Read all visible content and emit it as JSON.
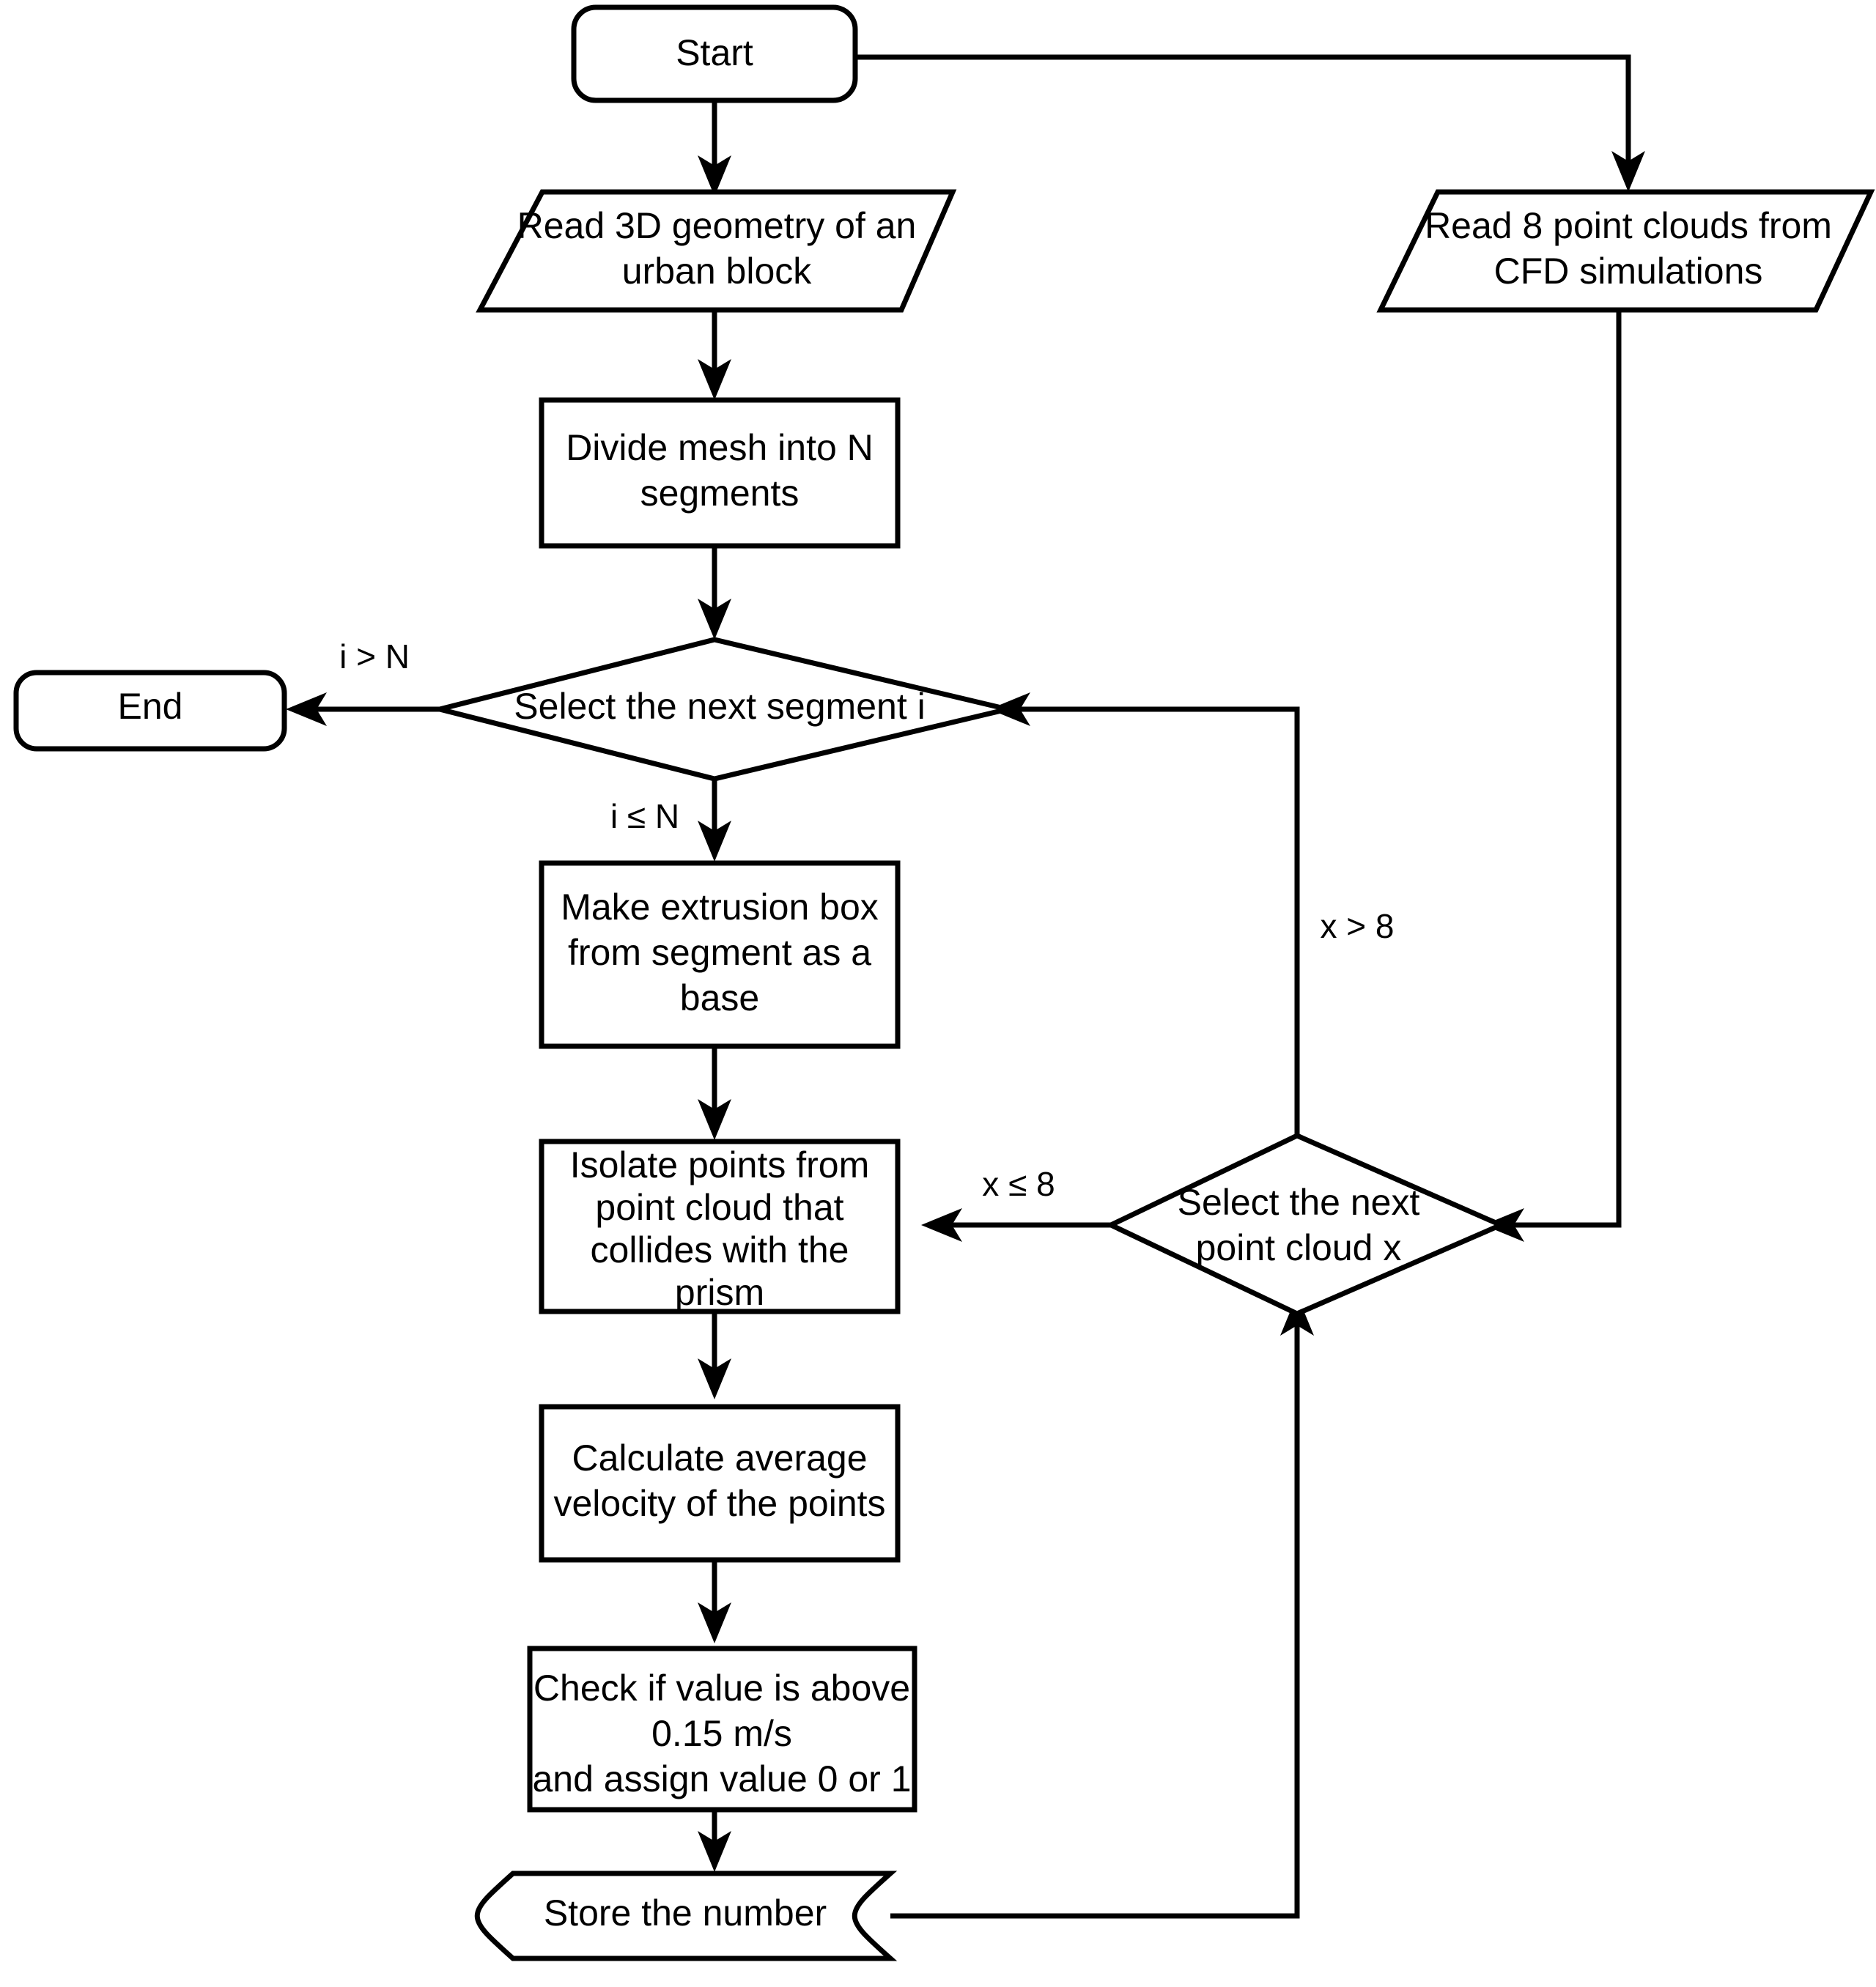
{
  "diagram": {
    "title": "CFD point cloud segment analysis flowchart",
    "stroke_color": "#000000",
    "fill_color": "#ffffff",
    "nodes": {
      "start": {
        "label": "Start",
        "shape": "terminator"
      },
      "read_geometry": {
        "label_line1": "Read 3D geometry of an",
        "label_line2": "urban block",
        "shape": "input-parallelogram"
      },
      "read_point_clouds": {
        "label_line1": "Read 8 point clouds from",
        "label_line2": "CFD simulations",
        "shape": "input-parallelogram"
      },
      "divide_mesh": {
        "label_line1": "Divide mesh into N",
        "label_line2": "segments",
        "shape": "process"
      },
      "select_segment": {
        "label": "Select the next segment i",
        "shape": "decision"
      },
      "end": {
        "label": "End",
        "shape": "terminator"
      },
      "make_extrusion": {
        "label_line1": "Make extrusion box",
        "label_line2": "from segment as a",
        "label_line3": "base",
        "shape": "process"
      },
      "isolate_points": {
        "label_line1": "Isolate points from",
        "label_line2": "point cloud that",
        "label_line3": "collides with the",
        "label_line4": "prism",
        "shape": "process"
      },
      "select_point_cloud": {
        "label_line1": "Select the next",
        "label_line2": "point cloud x",
        "shape": "decision"
      },
      "calculate_velocity": {
        "label_line1": "Calculate average",
        "label_line2": "velocity of the points",
        "shape": "process"
      },
      "check_value": {
        "label_line1": "Check if value is above",
        "label_line2": "0.15 m/s",
        "label_line3": "and assign value 0 or 1",
        "shape": "process"
      },
      "store_number": {
        "label": "Store the number",
        "shape": "stored-data"
      }
    },
    "edge_labels": {
      "i_greater_n": "i > N",
      "i_leq_n": "i ≤ N",
      "x_greater_8": "x > 8",
      "x_leq_8": "x ≤ 8"
    }
  }
}
